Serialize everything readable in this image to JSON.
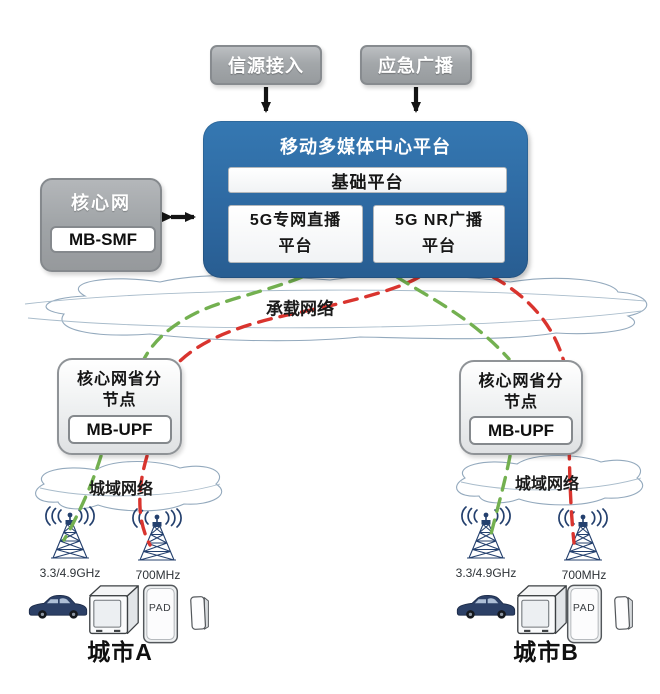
{
  "top_sources": [
    {
      "label": "信源接入"
    },
    {
      "label": "应急广播"
    }
  ],
  "platform": {
    "title": "移动多媒体中心平台",
    "base": "基础平台",
    "left": {
      "l1": "5G专网直播",
      "l2": "平台"
    },
    "right": {
      "l1": "5G NR广播",
      "l2": "平台"
    }
  },
  "core": {
    "title": "核心网",
    "module": "MB-SMF"
  },
  "bearer": {
    "label": "承载网络"
  },
  "nodeA": {
    "l1": "核心网省分",
    "l2": "节点",
    "module": "MB-UPF"
  },
  "nodeB": {
    "l1": "核心网省分",
    "l2": "节点",
    "module": "MB-UPF"
  },
  "metroA": {
    "label": "城域网络"
  },
  "metroB": {
    "label": "城域网络"
  },
  "towers": {
    "a1": "3.3/4.9GHz",
    "a2": "700MHz",
    "b1": "3.3/4.9GHz",
    "b2": "700MHz"
  },
  "device": {
    "pad": "PAD"
  },
  "cityA": {
    "label": "城市A"
  },
  "cityB": {
    "label": "城市B"
  },
  "colors": {
    "platform_blue": "#2e6ba5",
    "box_gray": "#a3a7aa",
    "line_green": "#73b050",
    "line_red": "#d9342e",
    "tower_navy": "#24406e",
    "cloud_stroke": "#93a9bd"
  }
}
